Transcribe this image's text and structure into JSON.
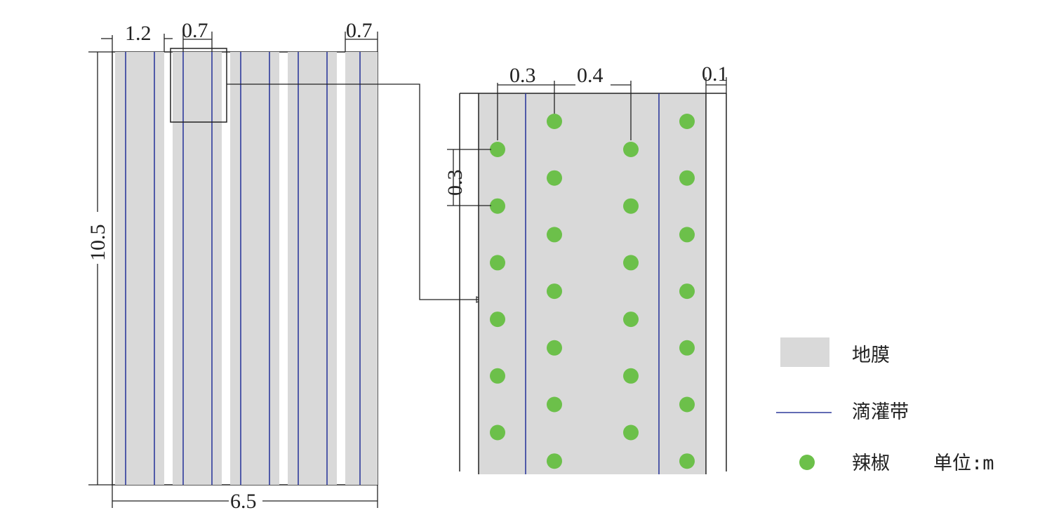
{
  "colors": {
    "mulch": "#d9d9d9",
    "drip_tape": "#2e3a9b",
    "pepper": "#6cc04a",
    "line": "#222222",
    "background": "#ffffff"
  },
  "plot": {
    "width_label": "6.5",
    "length_label": "10.5",
    "bed_width_label": "1.2",
    "bed_gap_label": "0.7",
    "right_gap_label": "0.7"
  },
  "detail": {
    "edge_to_row_label": "0.3",
    "row_spacing_label": "0.4",
    "tape_offset_label": "0.1",
    "plant_spacing_label": "0.3"
  },
  "legend": {
    "mulch_label": "地膜",
    "drip_label": "滴灌带",
    "pepper_label": "辣椒",
    "unit_label": "单位:m"
  }
}
